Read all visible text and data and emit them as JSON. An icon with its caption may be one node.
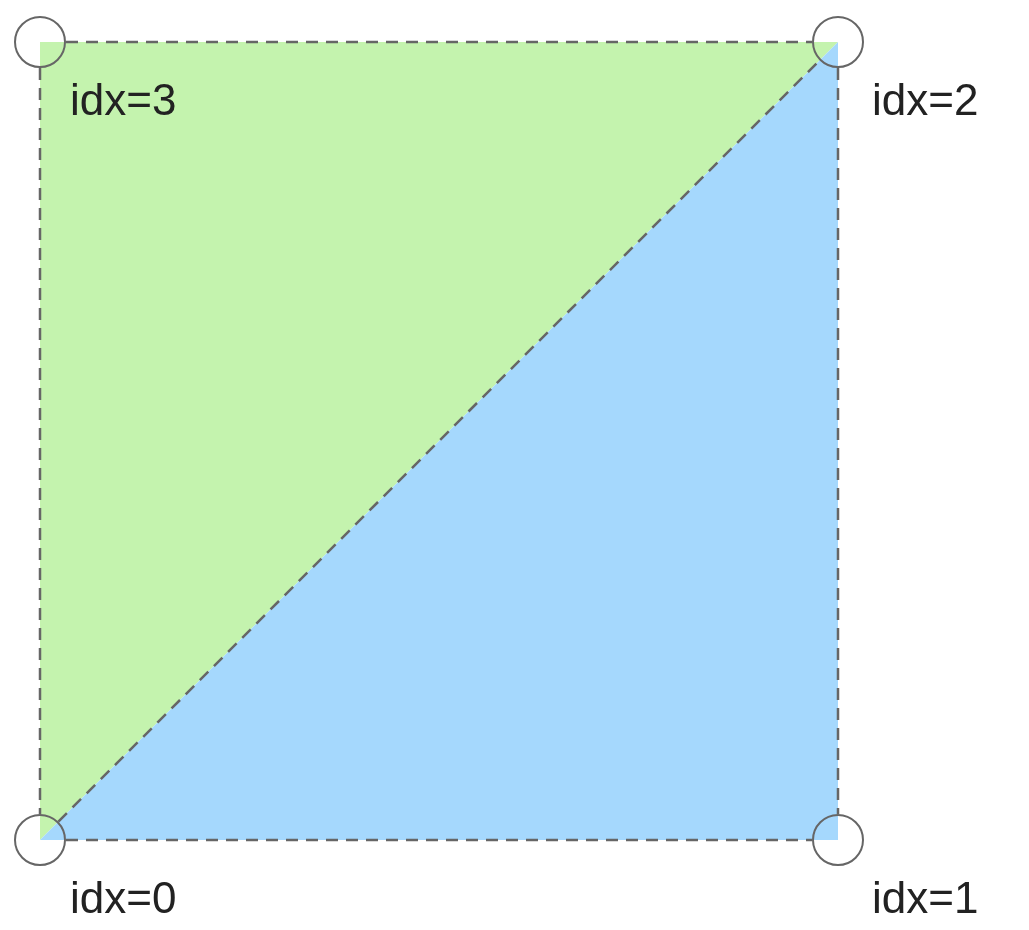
{
  "diagram": {
    "nodes": [
      {
        "text": [],
        "shape": "circle",
        "beside": [
          "idx=3"
        ]
      },
      {
        "text": [],
        "shape": "circle",
        "beside": [
          "idx=2"
        ]
      },
      {
        "text": [],
        "shape": "circle",
        "beside": [
          "idx=0"
        ]
      },
      {
        "text": [],
        "shape": "circle",
        "beside": [
          "idx=1"
        ]
      }
    ],
    "edges": [
      {
        "from": 0,
        "to": 1,
        "arrow": "none",
        "style": "dashed"
      },
      {
        "from": 1,
        "to": 3,
        "arrow": "none",
        "style": "dashed"
      },
      {
        "from": 2,
        "to": 3,
        "arrow": "none",
        "style": "dashed"
      },
      {
        "from": 0,
        "to": 2,
        "arrow": "none",
        "style": "dashed"
      },
      {
        "from": 2,
        "to": 1,
        "arrow": "none",
        "style": "dashed"
      }
    ]
  }
}
